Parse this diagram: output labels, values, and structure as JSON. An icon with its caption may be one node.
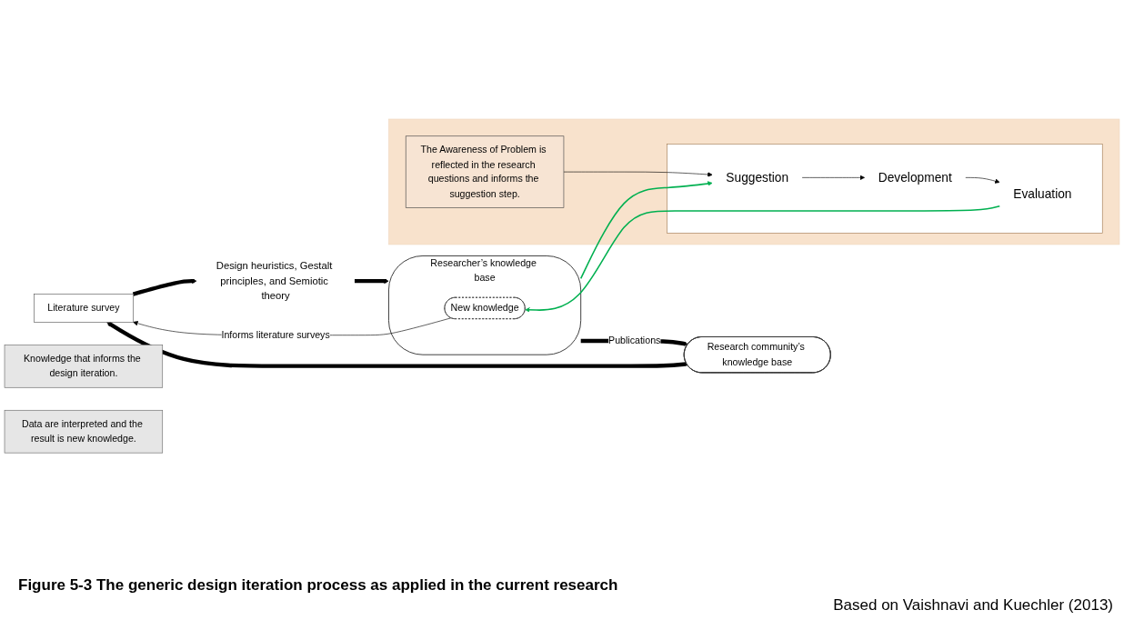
{
  "diagram": {
    "caption": "Figure 5-3  The generic design iteration process as applied in the current research",
    "nodes": [
      {
        "text": [
          "Literature survey"
        ]
      },
      {
        "text": [
          "Design heuristics, Gestalt principles, and Semiotic theory"
        ]
      },
      {
        "text": [
          "Researcher’s knowledge base"
        ]
      },
      {
        "text": [
          "New knowledge"
        ],
        "in": 2
      },
      {
        "text": [
          "Research community’s knowledge base"
        ]
      },
      {
        "text": [
          "Knowledge that informs the design iteration."
        ]
      },
      {
        "text": [],
        "shape": "box"
      },
      {
        "text": [
          "The Awareness of Problem is reflected in the research questions and informs the suggestion step."
        ],
        "in": 6
      },
      {
        "text": [],
        "shape": "box",
        "in": 6
      },
      {
        "text": [
          "Suggestion"
        ],
        "in": 8
      },
      {
        "text": [
          "Development"
        ],
        "in": 8
      },
      {
        "text": [
          "Evaluation"
        ],
        "in": 8
      },
      {
        "text": [
          "Data are interpreted and the result is new knowledge."
        ]
      }
    ],
    "edges": [
      {
        "from": 0,
        "to": 1,
        "arrow": "to",
        "style": "thick"
      },
      {
        "from": 1,
        "to": 2,
        "arrow": "to",
        "style": "thick"
      },
      {
        "from": 3,
        "to": 0,
        "arrow": "to",
        "label": "Informs literature surveys"
      },
      {
        "from": 2,
        "to": 4,
        "arrow": "to",
        "style": "thick",
        "label": "Publications"
      },
      {
        "from": 4,
        "to": 0,
        "arrow": "to",
        "style": "thick"
      },
      {
        "from": 2,
        "to": 9,
        "arrow": "to",
        "color": "#00b050"
      },
      {
        "from": 11,
        "to": 3,
        "arrow": "to",
        "color": "#00b050"
      },
      {
        "from": 7,
        "to": 9,
        "arrow": "to"
      },
      {
        "from": 9,
        "to": 10,
        "arrow": "to"
      },
      {
        "from": 10,
        "to": 11,
        "arrow": "to"
      }
    ],
    "labels": [
      "Based on Vaishnavi and Kuechler (2013)"
    ]
  }
}
